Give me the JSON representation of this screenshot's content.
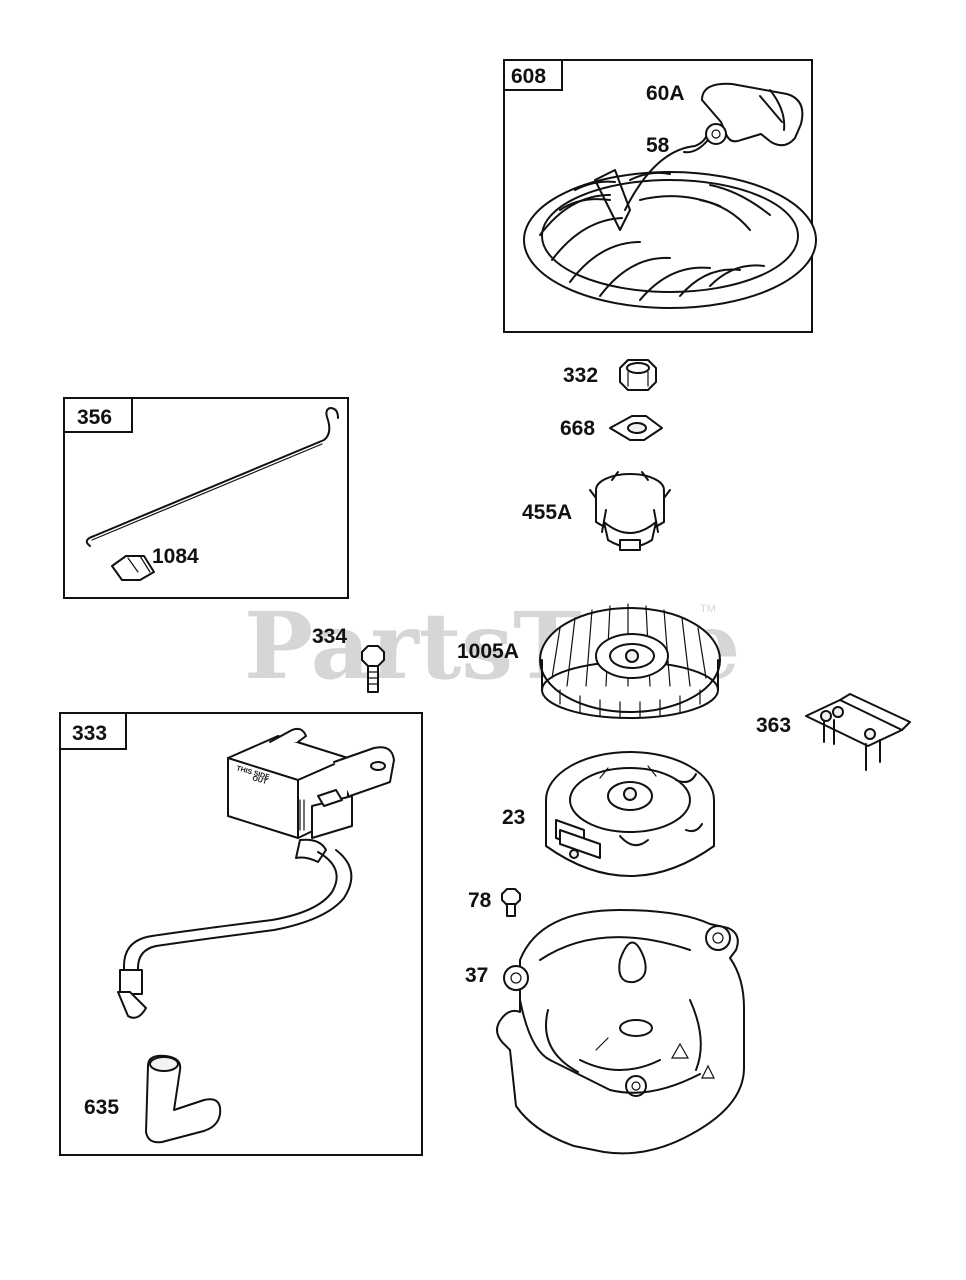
{
  "watermark": {
    "text": "PartsTree",
    "trademark": "TM"
  },
  "kits": [
    {
      "id": "kit-608",
      "label": "608"
    },
    {
      "id": "kit-356",
      "label": "356"
    },
    {
      "id": "kit-333",
      "label": "333"
    }
  ],
  "parts": [
    {
      "id": "part-60a",
      "label": "60A"
    },
    {
      "id": "part-58",
      "label": "58"
    },
    {
      "id": "part-332",
      "label": "332"
    },
    {
      "id": "part-668",
      "label": "668"
    },
    {
      "id": "part-455a",
      "label": "455A"
    },
    {
      "id": "part-1084",
      "label": "1084"
    },
    {
      "id": "part-334",
      "label": "334"
    },
    {
      "id": "part-1005a",
      "label": "1005A"
    },
    {
      "id": "part-363",
      "label": "363"
    },
    {
      "id": "part-23",
      "label": "23"
    },
    {
      "id": "part-78",
      "label": "78"
    },
    {
      "id": "part-37",
      "label": "37"
    },
    {
      "id": "part-635",
      "label": "635"
    }
  ],
  "coil_marking": {
    "line1": "THIS SIDE",
    "line2": "OUT"
  }
}
